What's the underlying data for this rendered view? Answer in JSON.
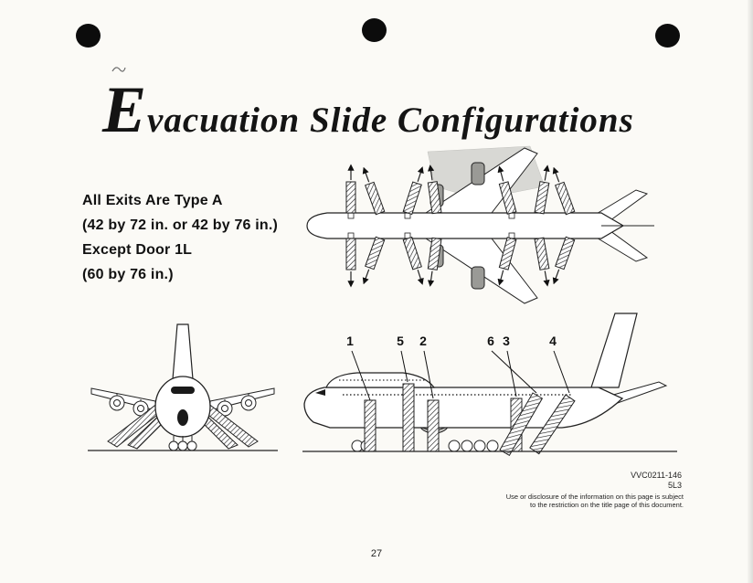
{
  "title": {
    "initial": "E",
    "rest": "vacuation Slide Configurations"
  },
  "note_lines": [
    "All Exits Are Type A",
    "(42 by 72 in. or 42 by 76 in.)",
    "Except Door 1L",
    "(60 by 76 in.)"
  ],
  "callouts": [
    "1",
    "5",
    "2",
    "6",
    "3",
    "4"
  ],
  "footer": {
    "doc_code": "VVC0211-146",
    "sheet_code": "5L3",
    "disclosure_line1": "Use or disclosure of the information on this page is subject",
    "disclosure_line2": "to the restriction on the title page of this document.",
    "page_number": "27"
  },
  "colors": {
    "ink": "#1a1a1a",
    "paper": "#fbfaf6",
    "shade_gray": "#d8d8d4"
  }
}
